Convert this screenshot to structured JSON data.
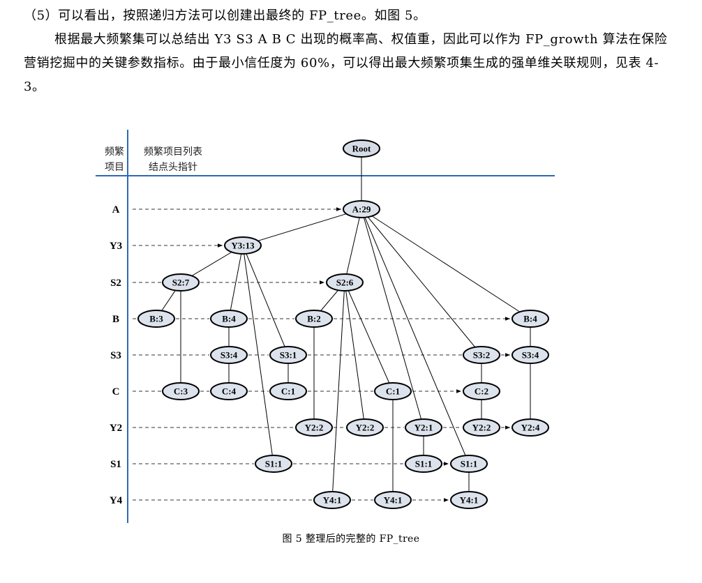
{
  "paragraphs": [
    "（5）可以看出，按照递归方法可以创建出最终的 FP_tree。如图 5。",
    "根据最大频繁集可以总结出 Y3 S3 A B C 出现的概率高、权值重，因此可以作为 FP_growth 算法在保险营销挖掘中的关键参数指标。由于最小信任度为 60%，可以得出最大频繁项集生成的强单维关联规则，见表 4-3。"
  ],
  "figure": {
    "header": {
      "col1_line1": "频繁",
      "col1_line2": "项目",
      "col2_line1": "频繁项目列表",
      "col2_line2": "结点头指针"
    },
    "rows": [
      "A",
      "Y3",
      "S2",
      "B",
      "S3",
      "C",
      "Y2",
      "S1",
      "Y4"
    ],
    "nodes": [
      {
        "id": "root",
        "label": "Root",
        "style": "root"
      },
      {
        "id": "a29",
        "label": "A:29"
      },
      {
        "id": "y313",
        "label": "Y3:13"
      },
      {
        "id": "s27",
        "label": "S2:7"
      },
      {
        "id": "s26",
        "label": "S2:6"
      },
      {
        "id": "b3",
        "label": "B:3"
      },
      {
        "id": "b4a",
        "label": "B:4"
      },
      {
        "id": "b2",
        "label": "B:2"
      },
      {
        "id": "b4b",
        "label": "B:4"
      },
      {
        "id": "s34a",
        "label": "S3:4"
      },
      {
        "id": "s31",
        "label": "S3:1"
      },
      {
        "id": "s32",
        "label": "S3:2"
      },
      {
        "id": "s34b",
        "label": "S3:4"
      },
      {
        "id": "c3",
        "label": "C:3"
      },
      {
        "id": "c4",
        "label": "C:4"
      },
      {
        "id": "c1a",
        "label": "C:1"
      },
      {
        "id": "c1b",
        "label": "C:1"
      },
      {
        "id": "c2",
        "label": "C:2"
      },
      {
        "id": "y22a",
        "label": "Y2:2"
      },
      {
        "id": "y22b",
        "label": "Y2:2"
      },
      {
        "id": "y21",
        "label": "Y2:1"
      },
      {
        "id": "y22c",
        "label": "Y2:2"
      },
      {
        "id": "y24",
        "label": "Y2:4"
      },
      {
        "id": "s11a",
        "label": "S1:1"
      },
      {
        "id": "s11b",
        "label": "S1:1"
      },
      {
        "id": "s11c",
        "label": "S1:1"
      },
      {
        "id": "y41a",
        "label": "Y4:1"
      },
      {
        "id": "y41b",
        "label": "Y4:1"
      },
      {
        "id": "y41c",
        "label": "Y4:1"
      }
    ],
    "tree_edges": [
      [
        "root",
        "a29"
      ],
      [
        "a29",
        "y313"
      ],
      [
        "a29",
        "s26"
      ],
      [
        "a29",
        "y21"
      ],
      [
        "a29",
        "s32"
      ],
      [
        "a29",
        "s11c"
      ],
      [
        "a29",
        "b4b"
      ],
      [
        "y313",
        "s27"
      ],
      [
        "y313",
        "b4a"
      ],
      [
        "y313",
        "s31"
      ],
      [
        "y313",
        "s11a"
      ],
      [
        "s27",
        "b3"
      ],
      [
        "s27",
        "c3"
      ],
      [
        "b4a",
        "s34a"
      ],
      [
        "s34a",
        "c4"
      ],
      [
        "s31",
        "c1a"
      ],
      [
        "s26",
        "b2"
      ],
      [
        "s26",
        "y41a"
      ],
      [
        "s26",
        "y22b"
      ],
      [
        "s26",
        "c1b"
      ],
      [
        "b2",
        "y22a"
      ],
      [
        "c1b",
        "y41b"
      ],
      [
        "y21",
        "s11b"
      ],
      [
        "s32",
        "c2"
      ],
      [
        "c2",
        "y22c"
      ],
      [
        "b4b",
        "s34b"
      ],
      [
        "s34b",
        "y24"
      ],
      [
        "s11c",
        "y41c"
      ]
    ],
    "caption": "图 5  整理后的完整的 FP_tree"
  }
}
